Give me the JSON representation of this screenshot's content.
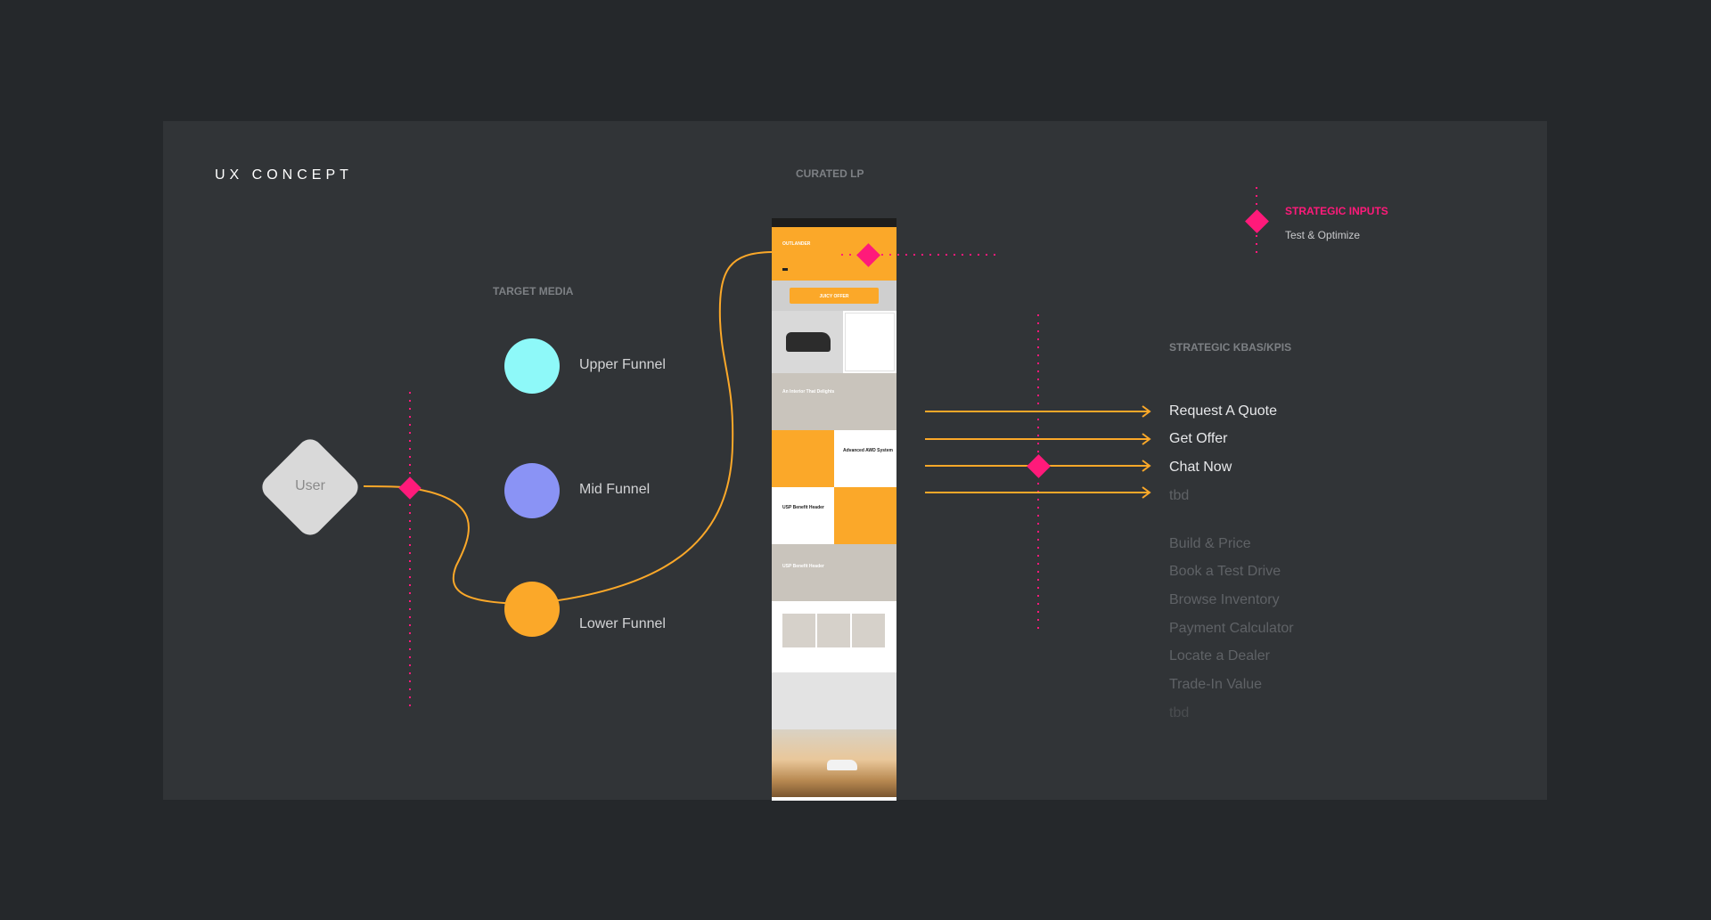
{
  "title": "UX CONCEPT",
  "sections": {
    "curated_lp": "CURATED LP",
    "target_media": "TARGET MEDIA",
    "strategic_kbas": "STRATEGIC KBAS/KPIS"
  },
  "strategic_inputs": {
    "title": "STRATEGIC INPUTS",
    "subtitle": "Test & Optimize"
  },
  "user_label": "User",
  "funnels": [
    {
      "label": "Upper Funnel",
      "color": "#8ef9f9"
    },
    {
      "label": "Mid Funnel",
      "color": "#8a93f5"
    },
    {
      "label": "Lower Funnel",
      "color": "#fba829"
    }
  ],
  "kpis_primary": [
    "Request A Quote",
    "Get Offer",
    "Chat Now",
    "tbd"
  ],
  "kpis_secondary": [
    "Build & Price",
    "Book a Test Drive",
    "Browse Inventory",
    "Payment Calculator",
    "Locate a Dealer",
    "Trade-In Value",
    "tbd"
  ],
  "lp": {
    "brand": "OUTLANDER",
    "offer_button": "JUICY OFFER",
    "interior": "An Interior That Delights",
    "awd": "Advanced AWD System",
    "usp1": "USP Benefit Header",
    "usp2": "USP Benefit Header"
  },
  "colors": {
    "accent_orange": "#fba829",
    "marker_pink": "#ff1a7a",
    "panel": "#313437",
    "background": "#25282b"
  }
}
